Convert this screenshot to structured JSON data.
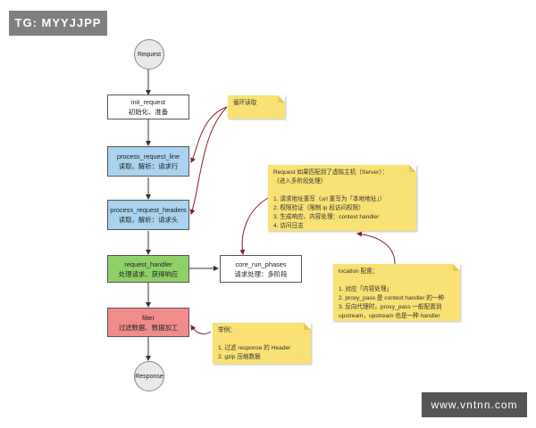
{
  "watermark_top": "TG: MYYJJPP",
  "watermark_bottom": "www.vntnn.com",
  "nodes": {
    "request": "Request",
    "response": "Response",
    "init_request": {
      "title": "init_request",
      "subtitle": "初始化、准备"
    },
    "process_request_line": {
      "title": "process_request_line",
      "subtitle": "读取、解析：请求行"
    },
    "process_request_headers": {
      "title": "process_request_headers",
      "subtitle": "读取、解析：请求头"
    },
    "request_handler": {
      "title": "request_handler",
      "subtitle": "处理请求、获得响应"
    },
    "filter": {
      "title": "filter",
      "subtitle": "过滤数据、数据加工"
    },
    "core_run_phases": {
      "title": "core_run_phases",
      "subtitle": "请求处理：多阶段"
    }
  },
  "notes": {
    "loop_read": [
      "循环读取"
    ],
    "server_match": [
      "Request 如果匹配到了虚拟主机（Server）：",
      "（进入多阶段处理）",
      "",
      "1. 请求地址重写（url 重写为「本地地址」）",
      "2. 权限验证（限制 ip 段访问权限）",
      "3. 生成响应、内容处理：context handler",
      "4. 访问日志"
    ],
    "location": [
      "location 配置：",
      "",
      "1. 对应「内容处理」",
      "2. proxy_pass 是 context handler 的一种",
      "3. 反向代理时，proxy_pass 一般配置到",
      "upstream，upstream 也是一种 handler"
    ],
    "filter_example": [
      "举例：",
      "",
      "1. 过滤 response 的 Header",
      "2. gzip 压缩数据"
    ]
  },
  "colors": {
    "blue": "#a9d3ef",
    "green": "#8fd169",
    "red": "#f08c8a",
    "note": "#f9e173",
    "curve": "#8b1a2b"
  }
}
